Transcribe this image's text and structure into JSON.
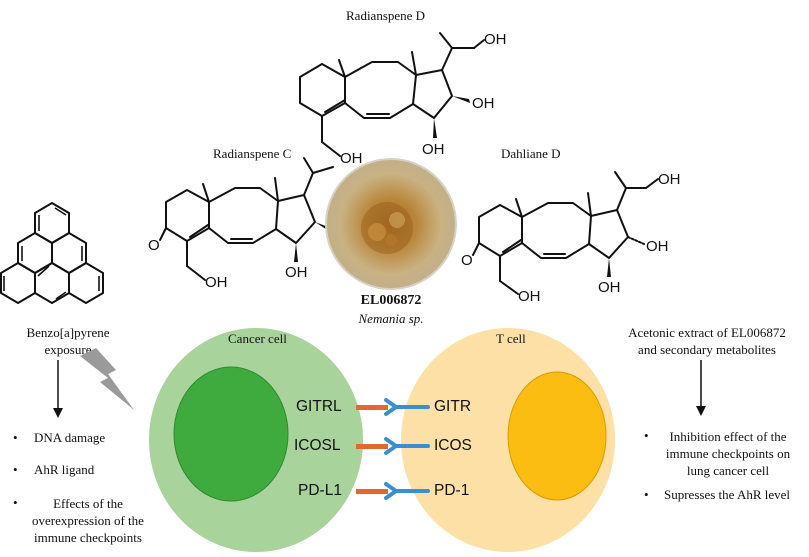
{
  "compounds": {
    "radianspene_d": "Radianspene D",
    "radianspene_c": "Radianspene C",
    "dahliane_d": "Dahliane D",
    "strain_code": "EL006872",
    "strain_species": "Nemania sp."
  },
  "atoms": {
    "hydroxyl": "OH",
    "oxygen": "O"
  },
  "cells": {
    "cancer": "Cancer cell",
    "t_cell": "T cell"
  },
  "ligand_pairs": [
    {
      "ligand": "GITRL",
      "receptor": "GITR"
    },
    {
      "ligand": "ICOSL",
      "receptor": "ICOS"
    },
    {
      "ligand": "PD-L1",
      "receptor": "PD-1"
    }
  ],
  "left_panel": {
    "exposure": "Benzo[a]pyrene\nexposure",
    "bullets": [
      "DNA damage",
      "AhR ligand",
      "Effects of the\noverexpression of the\nimmune checkpoints"
    ]
  },
  "right_panel": {
    "heading": "Acetonic extract of EL006872\nand secondary metabolites",
    "bullets": [
      "Inhibition effect of the\nimmune checkpoints on\nlung cancer cell",
      "Supresses the AhR level"
    ]
  },
  "colors": {
    "cancer_outer": "#a8d39a",
    "cancer_nucleus": "#3fab3f",
    "tcell_outer": "#fde0a6",
    "tcell_nucleus": "#fbbd12",
    "ligand_bar": "#e2692d",
    "receptor": "#3a8fd1",
    "lightning": "#9a9a9a"
  }
}
